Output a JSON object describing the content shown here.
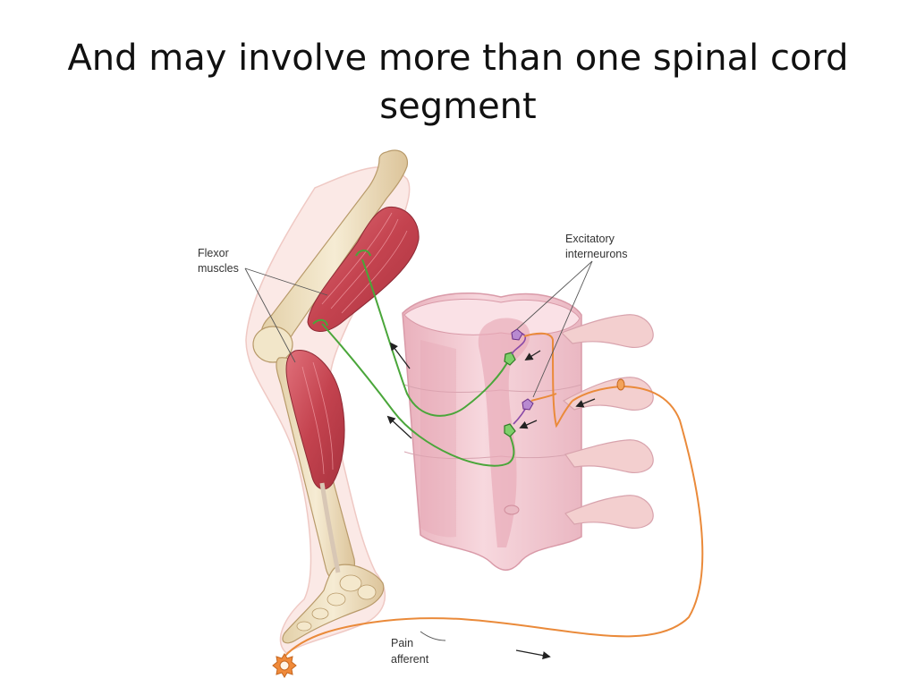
{
  "slide": {
    "title_line1": "And may involve more than one spinal cord",
    "title_line2": "segment"
  },
  "figure": {
    "labels": {
      "flexor_line1": "Flexor",
      "flexor_line2": "muscles",
      "excitatory_line1": "Excitatory",
      "excitatory_line2": "interneurons",
      "pain_line1": "Pain",
      "pain_line2": "afferent"
    },
    "colors": {
      "motor_neuron": "#4aa63a",
      "pain_afferent": "#ea8a3a",
      "interneuron": "#8a4aa8",
      "muscle": "#c4434f",
      "bone": "#efe2c2",
      "spinal_cord": "#f4cbd3",
      "nerve_root": "#f3cfcf"
    }
  }
}
